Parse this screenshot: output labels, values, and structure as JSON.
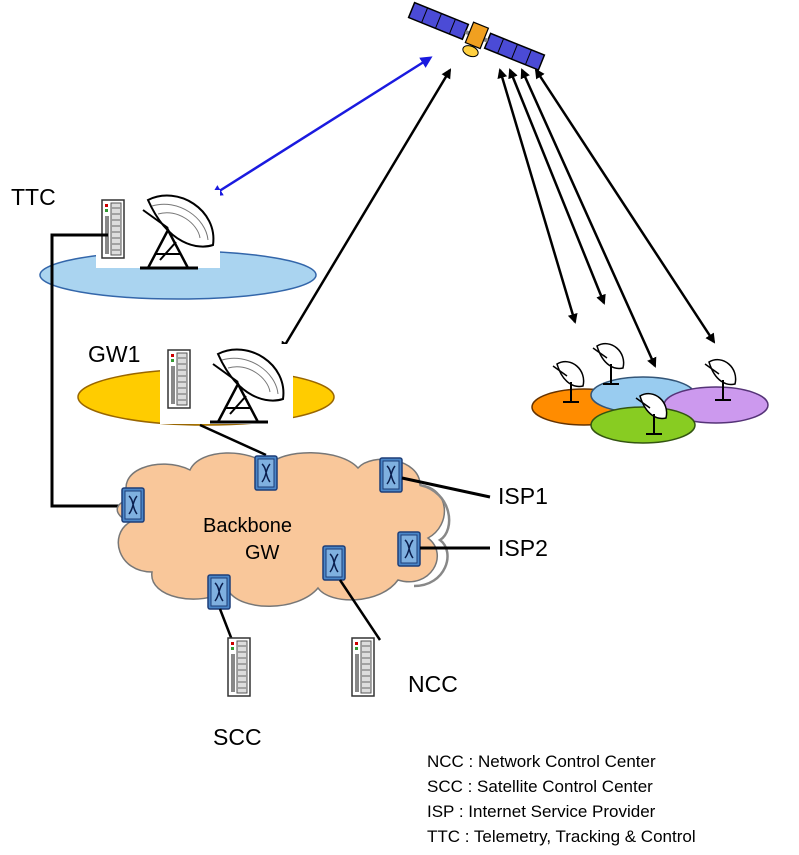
{
  "labels": {
    "ttc": "TTC",
    "gw1": "GW1",
    "backbone_line1": "Backbone",
    "backbone_line2": "GW",
    "isp1": "ISP1",
    "isp2": "ISP2",
    "ncc": "NCC",
    "scc": "SCC"
  },
  "legend": [
    "NCC : Network Control Center",
    "SCC : Satellite Control Center",
    "ISP : Internet Service Provider",
    "TTC : Telemetry, Tracking & Control"
  ],
  "colors": {
    "ttc_ellipse": "#aad4f0",
    "gw1_ellipse": "#ffcc00",
    "cloud": "#f9c79a",
    "router": "#4a86c8",
    "tele_link": "#1a1adf",
    "site_orange": "#ff8c00",
    "site_blue": "#99ccf0",
    "site_green": "#88cc22",
    "site_purple": "#cc99ee"
  },
  "icons": [
    "satellite-icon",
    "server-icon",
    "dish-icon",
    "router-icon",
    "cloud-icon"
  ]
}
